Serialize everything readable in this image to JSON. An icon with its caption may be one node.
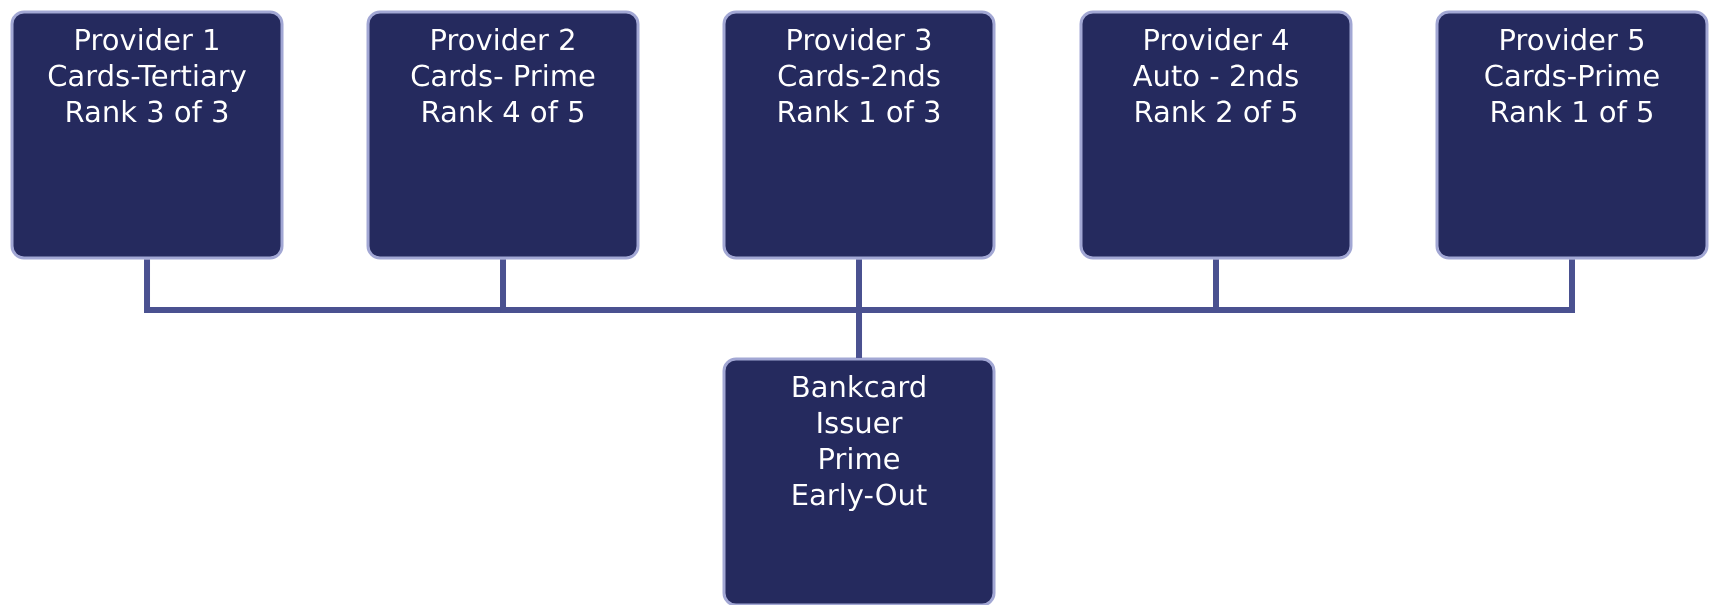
{
  "diagram": {
    "nodes": [
      {
        "text": [
          "Provider 1",
          "Cards-Tertiary",
          "Rank 3 of 3"
        ]
      },
      {
        "text": [
          "Provider 2",
          "Cards- Prime",
          "Rank 4 of 5"
        ]
      },
      {
        "text": [
          "Provider 3",
          "Cards-2nds",
          "Rank 1 of 3"
        ]
      },
      {
        "text": [
          "Provider 4",
          "Auto - 2nds",
          "Rank 2 of 5"
        ]
      },
      {
        "text": [
          "Provider 5",
          "Cards-Prime",
          "Rank 1 of 5"
        ]
      },
      {
        "text": [
          "Bankcard",
          "Issuer",
          "Prime",
          "Early-Out"
        ]
      }
    ],
    "edges": [
      {
        "from": 0,
        "to": 5,
        "arrow": "none"
      },
      {
        "from": 1,
        "to": 5,
        "arrow": "none"
      },
      {
        "from": 2,
        "to": 5,
        "arrow": "none"
      },
      {
        "from": 3,
        "to": 5,
        "arrow": "none"
      },
      {
        "from": 4,
        "to": 5,
        "arrow": "none"
      }
    ]
  }
}
